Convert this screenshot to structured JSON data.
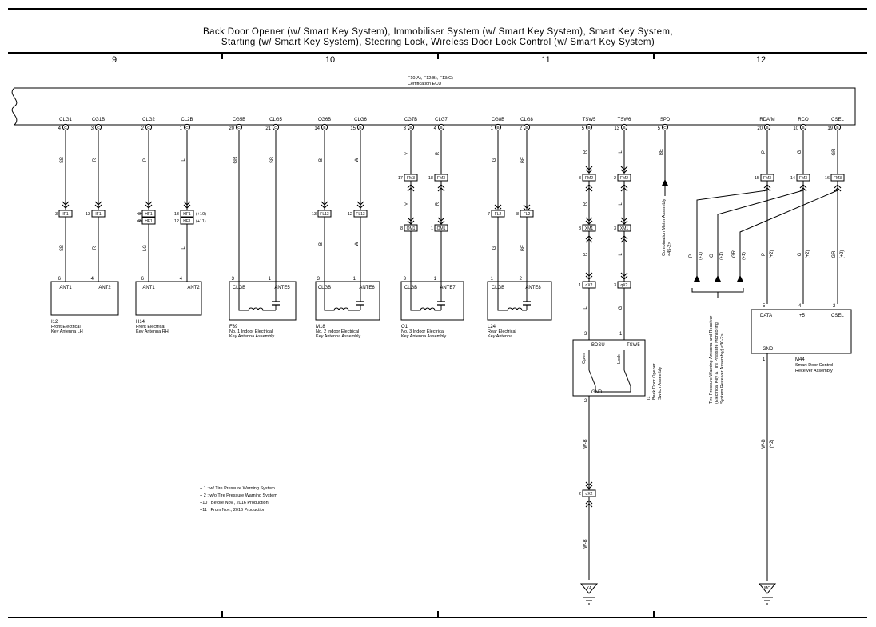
{
  "title": {
    "line1": "Back Door Opener (w/ Smart Key System),  Immobiliser System (w/ Smart Key System),  Smart Key System,",
    "line2": "Starting (w/ Smart Key System),  Steering Lock,  Wireless Door Lock Control (w/ Smart Key System)"
  },
  "grid_numbers": [
    "9",
    "10",
    "11",
    "12"
  ],
  "ecu": {
    "connectors": "F10(A), F12(B), F13(C)",
    "name": "Certification ECU"
  },
  "terminals": [
    {
      "name": "CLG1",
      "pin": "4",
      "conn": "C"
    },
    {
      "name": "CG1B",
      "pin": "3",
      "conn": "C"
    },
    {
      "name": "CLG2",
      "pin": "2",
      "conn": "C"
    },
    {
      "name": "CL2B",
      "pin": "1",
      "conn": "C"
    },
    {
      "name": "CG5B",
      "pin": "20",
      "conn": "C"
    },
    {
      "name": "CLG5",
      "pin": "21",
      "conn": "C"
    },
    {
      "name": "CG6B",
      "pin": "14",
      "conn": "B"
    },
    {
      "name": "CLG6",
      "pin": "15",
      "conn": "B"
    },
    {
      "name": "CG7B",
      "pin": "3",
      "conn": "B"
    },
    {
      "name": "CLG7",
      "pin": "4",
      "conn": "B"
    },
    {
      "name": "CG8B",
      "pin": "1",
      "conn": "B"
    },
    {
      "name": "CLG8",
      "pin": "2",
      "conn": "B"
    },
    {
      "name": "TSW5",
      "pin": "5",
      "conn": "B"
    },
    {
      "name": "TSW6",
      "pin": "13",
      "conn": "B"
    },
    {
      "name": "SPD",
      "pin": "5",
      "conn": "C"
    },
    {
      "name": "RDA/M",
      "pin": "20",
      "conn": "B"
    },
    {
      "name": "RCO",
      "pin": "10",
      "conn": "B"
    },
    {
      "name": "CSEL",
      "pin": "19",
      "conn": "B"
    }
  ],
  "wire_colors_upper": [
    "SB",
    "R",
    "P",
    "L",
    "GR",
    "SB",
    "B",
    "W",
    "Y",
    "R",
    "G",
    "BE",
    "R",
    "L",
    "BE",
    "P",
    "G",
    "GR"
  ],
  "connectors_mid": [
    {
      "pin": "3",
      "id": "IF1"
    },
    {
      "pin": "13",
      "id": "IF1"
    },
    {
      "pin": "3",
      "id": "HF1"
    },
    {
      "pin": "13",
      "id": "HF1"
    },
    {
      "pin": "2",
      "id": "HF1"
    },
    {
      "pin": "12",
      "id": "HF1"
    },
    {
      "pin": "13",
      "id": "FL13"
    },
    {
      "pin": "12",
      "id": "FL13"
    },
    {
      "pin": "17",
      "id": "FM3"
    },
    {
      "pin": "18",
      "id": "FM3"
    },
    {
      "pin": "8",
      "id": "OM1"
    },
    {
      "pin": "1",
      "id": "OM1"
    },
    {
      "pin": "7",
      "id": "FL2"
    },
    {
      "pin": "8",
      "id": "FL2"
    },
    {
      "pin": "3",
      "id": "FM2"
    },
    {
      "pin": "2",
      "id": "FM2"
    },
    {
      "pin": "3",
      "id": "XM1"
    },
    {
      "pin": "3",
      "id": "XM1"
    },
    {
      "pin": "1",
      "id": "qX2"
    },
    {
      "pin": "3",
      "id": "qX2"
    },
    {
      "pin": "15",
      "id": "FM3"
    },
    {
      "pin": "14",
      "id": "FM3"
    },
    {
      "pin": "16",
      "id": "FM3"
    },
    {
      "pin": "2",
      "id": "qX2"
    }
  ],
  "hf1_notes": [
    "(+10)",
    "(+11)"
  ],
  "wire_colors_lower": [
    "SB",
    "R",
    "LG",
    "L",
    "R",
    "L",
    "Y",
    "R",
    "G",
    "BE",
    "B",
    "W",
    "R",
    "L",
    "L",
    "G",
    "W-B",
    "W-B",
    "P",
    "G",
    "GR",
    "W-B",
    "(+2)",
    "(+2)",
    "(+2)",
    "(+2)"
  ],
  "components": [
    {
      "id": "I12",
      "name1": "Front Electrical",
      "name2": "Key Antenna LH",
      "pins": [
        "6",
        "4"
      ],
      "terms": [
        "ANT1",
        "ANT2"
      ]
    },
    {
      "id": "H14",
      "name1": "Front Electrical",
      "name2": "Key Antenna RH",
      "pins": [
        "6",
        "4"
      ],
      "terms": [
        "ANT1",
        "ANT2"
      ]
    },
    {
      "id": "F39",
      "name1": "No. 1 Indoor Electrical",
      "name2": "Key Antenna Assembly",
      "pins": [
        "3",
        "1"
      ],
      "terms": [
        "CLGB",
        "ANTE5"
      ]
    },
    {
      "id": "M18",
      "name1": "No. 2 Indoor Electrical",
      "name2": "Key Antenna Assembly",
      "pins": [
        "3",
        "1"
      ],
      "terms": [
        "CLGB",
        "ANTE6"
      ]
    },
    {
      "id": "O1",
      "name1": "No. 3 Indoor Electrical",
      "name2": "Key Antenna Assembly",
      "pins": [
        "3",
        "1"
      ],
      "terms": [
        "CLGB",
        "ANTE7"
      ]
    },
    {
      "id": "L24",
      "name1": "Rear Electrical",
      "name2": "Key Antenna",
      "pins": [
        "1",
        "2"
      ],
      "terms": [
        "CLGB",
        "ANTE8"
      ]
    }
  ],
  "switch": {
    "id": "I1",
    "name1": "Back Door Opener",
    "name2": "Switch Assembly",
    "pins_top": [
      "3",
      "1"
    ],
    "terms": [
      "BDSU",
      "TSW5"
    ],
    "open": "Open",
    "lock": "Lock",
    "gnd": "GND",
    "pin_bottom": "2"
  },
  "meter": {
    "line1": "Combination Meter Assembly",
    "line2": "<45-2>"
  },
  "tpms": {
    "line1": "Tire Pressure Warning Antenna and Receiver",
    "line2": "(Electrical Key & Tire Pressure Monitoring",
    "line3": "System Receiver Assembly) <30-2>",
    "colors": [
      "P",
      "G",
      "GR"
    ],
    "notes": [
      "(+1)",
      "(+1)",
      "(+1)"
    ]
  },
  "receiver": {
    "id": "M44",
    "name1": "Smart Door Control",
    "name2": "Receiver Assembly",
    "pins": [
      "5",
      "4",
      "2"
    ],
    "terms": [
      "DATA",
      "+5",
      "CSEL"
    ],
    "gnd": "GND",
    "gnd_pin": "1"
  },
  "grounds": [
    "XA",
    "MC"
  ],
  "notes": [
    "+ 1 : w/ Tire Pressure Warning System",
    "+ 2 : w/o Tire Pressure Warning System",
    "+10 : Before Nov., 2016 Production",
    "+11 : From Nov., 2016 Production"
  ]
}
